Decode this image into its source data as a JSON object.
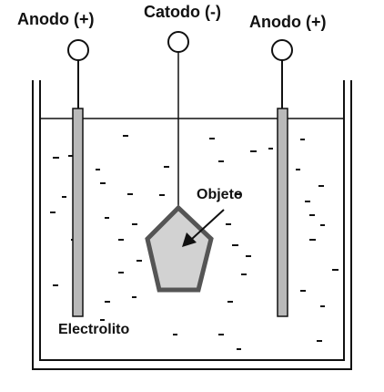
{
  "labels": {
    "anode_left": "Anodo (+)",
    "cathode": "Catodo (-)",
    "anode_right": "Anodo (+)",
    "object": "Objeto",
    "electrolyte": "Electrolito"
  },
  "colors": {
    "line": "#111111",
    "electrode_fill": "#b9b9b9",
    "object_fill": "#d2d2d2",
    "object_stroke": "#555555",
    "background": "#ffffff"
  }
}
